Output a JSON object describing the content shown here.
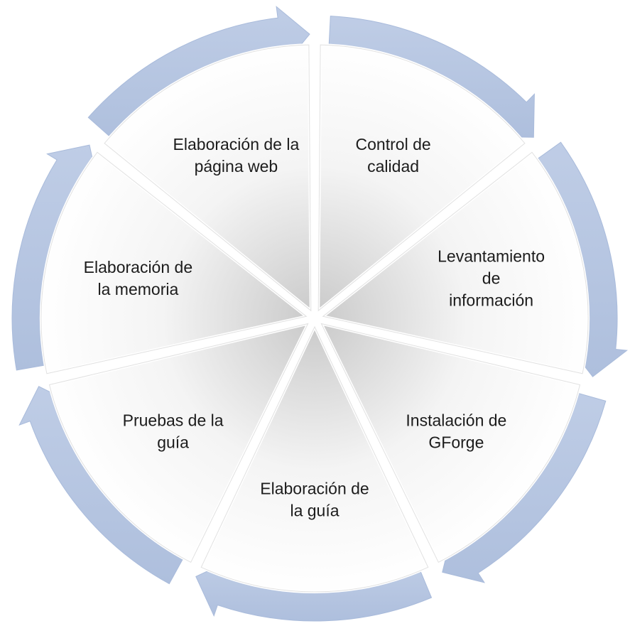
{
  "diagram": {
    "type": "cycle",
    "colors": {
      "arrow_fill": "#b4c5e2",
      "arrow_stroke": "#a9bbdb",
      "segment_light": "#ffffff",
      "segment_dark": "#c9c9c9",
      "segment_edge": "#aaaaaa",
      "text": "#1c1c1c"
    },
    "steps": [
      {
        "id": "control",
        "label": [
          "Control de",
          "calidad"
        ]
      },
      {
        "id": "levantamiento",
        "label": [
          "Levantamiento",
          "de",
          "información"
        ]
      },
      {
        "id": "gforge",
        "label": [
          "Instalación de",
          "GForge"
        ]
      },
      {
        "id": "guia",
        "label": [
          "Elaboración de",
          "la guía"
        ]
      },
      {
        "id": "pruebas",
        "label": [
          "Pruebas de la",
          "guía"
        ]
      },
      {
        "id": "memoria",
        "label": [
          "Elaboración de",
          "la memoria"
        ]
      },
      {
        "id": "web",
        "label": [
          "Elaboración de la",
          "página web"
        ]
      }
    ]
  }
}
